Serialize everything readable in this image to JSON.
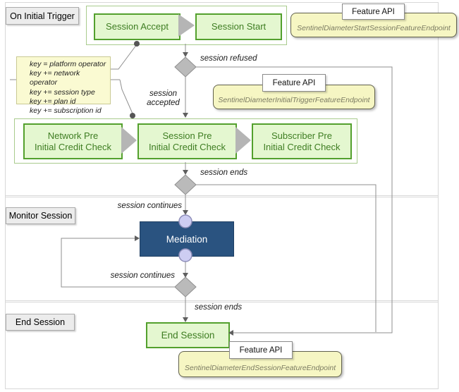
{
  "lanes": [
    {
      "label": "On Initial Trigger"
    },
    {
      "label": "Monitor Session"
    },
    {
      "label": "End Session"
    }
  ],
  "nodes": {
    "session_accept": "Session Accept",
    "session_start": "Session Start",
    "network_pre": "Network Pre\nInitial Credit Check",
    "session_pre": "Session Pre\nInitial Credit Check",
    "subscriber_pre": "Subscriber Pre\nInitial Credit Check",
    "mediation": "Mediation",
    "end_session": "End Session"
  },
  "note": {
    "lines": [
      "key = platform operator",
      "key += network operator",
      "key += session type",
      "key += plan id",
      "key += subscription id"
    ]
  },
  "feature_api": {
    "label": "Feature API",
    "endpoints": {
      "start_session": "SentinelDiameterStartSessionFeatureEndpoint",
      "initial_trigger": "SentinelDiameterInitialTriggerFeatureEndpoint",
      "end_session": "SentinelDiameterEndSessionFeatureEndpoint"
    }
  },
  "edge_labels": {
    "session_refused": "session refused",
    "session_accepted": "session\naccepted",
    "session_ends_top": "session ends",
    "session_continues_top": "session continues",
    "session_continues_bottom": "session continues",
    "session_ends_bottom": "session ends"
  },
  "colors": {
    "node_green_fill": "#e4f7d0",
    "node_green_border": "#53a02d",
    "node_green_text": "#3e7d22",
    "container_border": "#a9cb8d",
    "endpoint_fill": "#f6f6c3",
    "endpoint_border": "#62624d",
    "endpoint_text": "#7b7b62",
    "note_fill": "#fafad2",
    "mediation_fill": "#2a5380",
    "diamond_fill": "#bababa",
    "connector_gray": "#8f8f8f",
    "lane_border": "#d8d8d8",
    "lane_label_fill": "#ececec"
  }
}
